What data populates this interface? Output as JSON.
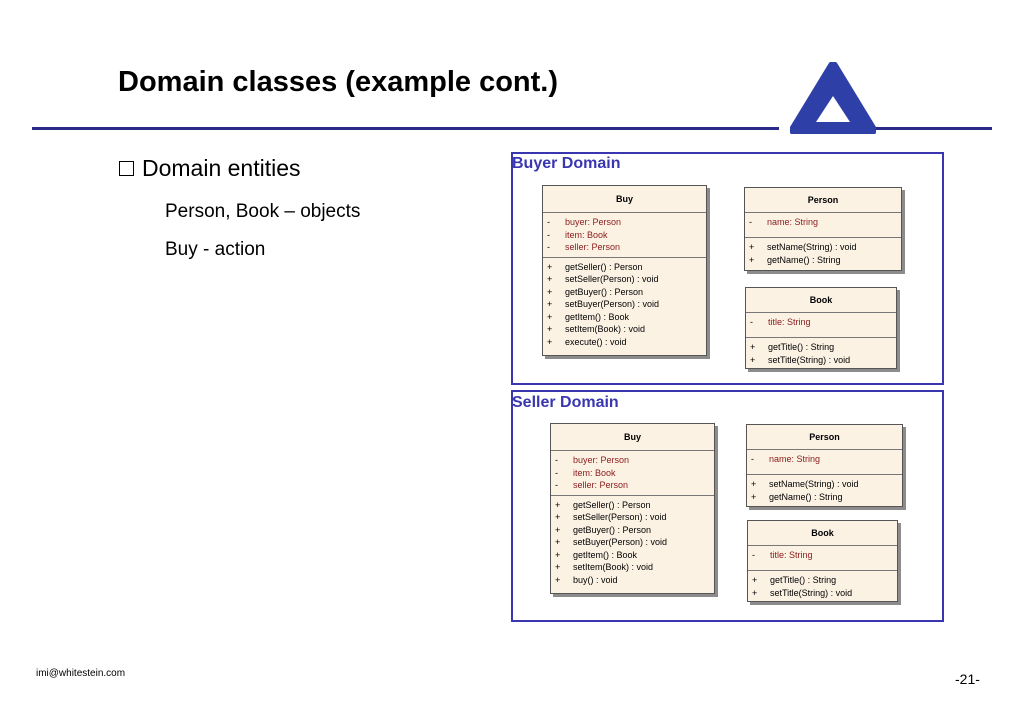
{
  "slide": {
    "title": "Domain classes (example cont.)",
    "bullet": "Domain entities",
    "sub_items": [
      "Person, Book – objects",
      "Buy - action"
    ],
    "footer_email": "imi@whitestein.com",
    "page_number": "-21-"
  },
  "colors": {
    "accent": "#2a2a88",
    "domain_border": "#3a36b0",
    "class_fill": "#fbf2e4",
    "attr_text": "#8a1a1a"
  },
  "buyer_domain": {
    "label": "Buyer Domain",
    "buy": {
      "name": "Buy",
      "attributes": [
        {
          "v": "-",
          "t": "buyer:  Person"
        },
        {
          "v": "-",
          "t": "item:  Book"
        },
        {
          "v": "-",
          "t": "seller:  Person"
        }
      ],
      "operations": [
        {
          "v": "+",
          "t": "getSeller() : Person"
        },
        {
          "v": "+",
          "t": "setSeller(Person) : void"
        },
        {
          "v": "+",
          "t": "getBuyer() : Person"
        },
        {
          "v": "+",
          "t": "setBuyer(Person) : void"
        },
        {
          "v": "+",
          "t": "getItem() : Book"
        },
        {
          "v": "+",
          "t": "setItem(Book) : void"
        },
        {
          "v": "+",
          "t": "execute() : void"
        }
      ]
    },
    "person": {
      "name": "Person",
      "attributes": [
        {
          "v": "-",
          "t": "name:  String"
        }
      ],
      "operations": [
        {
          "v": "+",
          "t": "setName(String) : void"
        },
        {
          "v": "+",
          "t": "getName() : String"
        }
      ]
    },
    "book": {
      "name": "Book",
      "attributes": [
        {
          "v": "-",
          "t": "title:  String"
        }
      ],
      "operations": [
        {
          "v": "+",
          "t": "getTitle() : String"
        },
        {
          "v": "+",
          "t": "setTitle(String) : void"
        }
      ]
    }
  },
  "seller_domain": {
    "label": "Seller Domain",
    "buy": {
      "name": "Buy",
      "attributes": [
        {
          "v": "-",
          "t": "buyer:  Person"
        },
        {
          "v": "-",
          "t": "item:  Book"
        },
        {
          "v": "-",
          "t": "seller:  Person"
        }
      ],
      "operations": [
        {
          "v": "+",
          "t": "getSeller() : Person"
        },
        {
          "v": "+",
          "t": "setSeller(Person) : void"
        },
        {
          "v": "+",
          "t": "getBuyer() : Person"
        },
        {
          "v": "+",
          "t": "setBuyer(Person) : void"
        },
        {
          "v": "+",
          "t": "getItem() : Book"
        },
        {
          "v": "+",
          "t": "setItem(Book) : void"
        },
        {
          "v": "+",
          "t": "buy() : void"
        }
      ]
    },
    "person": {
      "name": "Person",
      "attributes": [
        {
          "v": "-",
          "t": "name:  String"
        }
      ],
      "operations": [
        {
          "v": "+",
          "t": "setName(String) : void"
        },
        {
          "v": "+",
          "t": "getName() : String"
        }
      ]
    },
    "book": {
      "name": "Book",
      "attributes": [
        {
          "v": "-",
          "t": "title:  String"
        }
      ],
      "operations": [
        {
          "v": "+",
          "t": "getTitle() : String"
        },
        {
          "v": "+",
          "t": "setTitle(String) : void"
        }
      ]
    }
  }
}
